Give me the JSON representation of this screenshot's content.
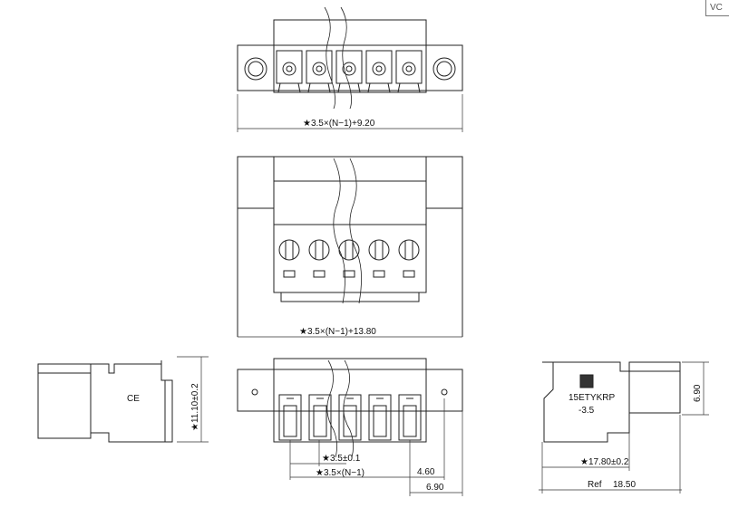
{
  "corner_tag": "VC",
  "dims": {
    "top_width": "★3.5×(N−1)+9.20",
    "front_width": "★3.5×(N−1)+13.80",
    "side_height": "★11.10±0.2",
    "pitch": "★3.5±0.1",
    "pitch_total": "★3.5×(N−1)",
    "offset_a": "4.60",
    "offset_b": "6.90",
    "right_height": "6.90",
    "right_depth": "★17.80±0.2",
    "ref_label": "Ref",
    "ref_value": "18.50"
  },
  "marks": {
    "ce": "CE",
    "part_number": "15ETYKRP",
    "part_pitch": "-3.5"
  }
}
